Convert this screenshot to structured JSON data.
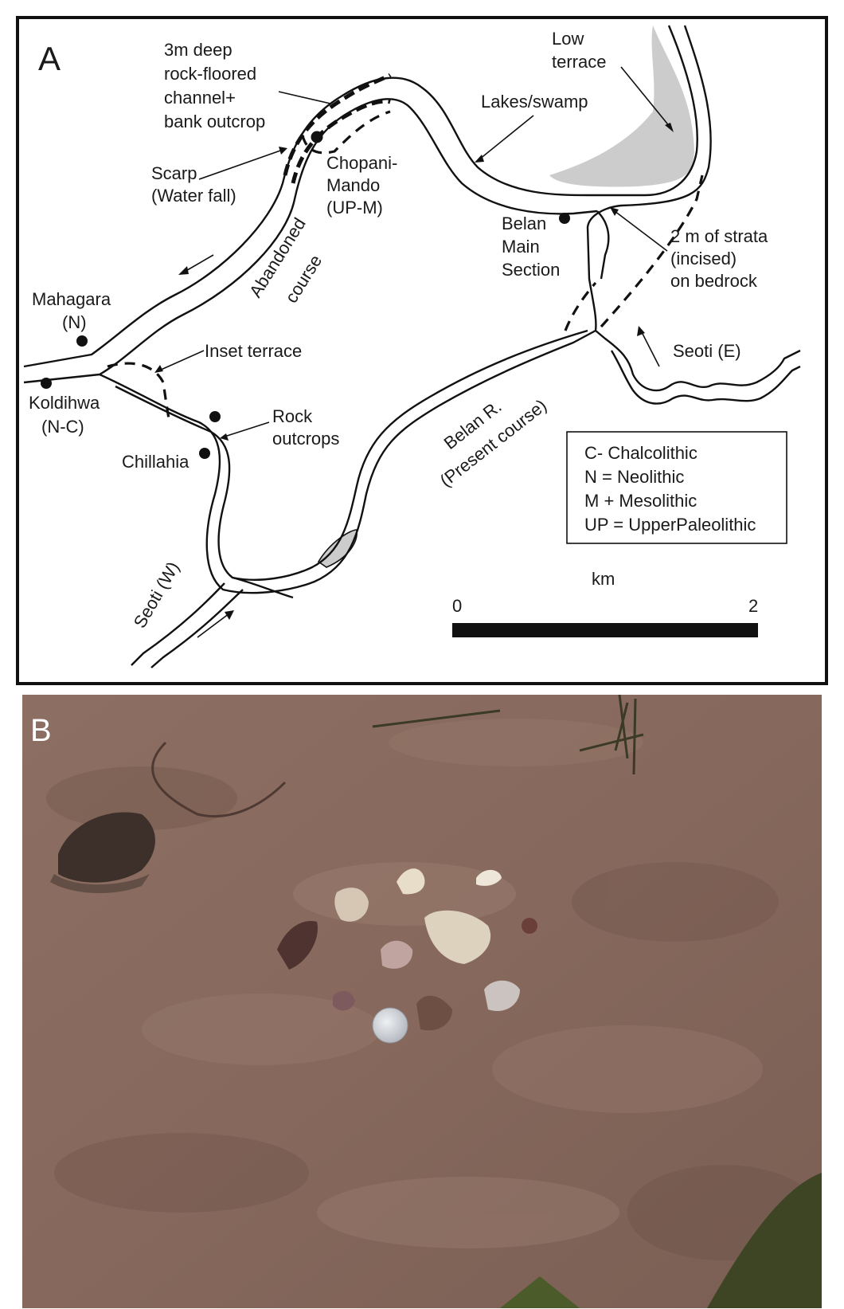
{
  "panel_a": {
    "letter": "A",
    "labels": {
      "channel_1": "3m deep",
      "channel_2": "rock-floored",
      "channel_3": "channel+",
      "channel_4": "bank outcrop",
      "low_terrace_1": "Low",
      "low_terrace_2": "terrace",
      "lakes_swamp": "Lakes/swamp",
      "scarp_1": "Scarp",
      "scarp_2": "(Water fall)",
      "chopani_1": "Chopani-",
      "chopani_2": "Mando",
      "chopani_3": "(UP-M)",
      "belan_main_1": "Belan",
      "belan_main_2": "Main",
      "belan_main_3": "Section",
      "strata_1": "2 m of strata",
      "strata_2": "(incised)",
      "strata_3": "on bedrock",
      "abandoned_1": "Abandoned",
      "abandoned_2": "course",
      "mahagara_1": "Mahagara",
      "mahagara_2": "(N)",
      "inset_terrace": "Inset terrace",
      "koldihwa_1": "Koldihwa",
      "koldihwa_2": "(N-C)",
      "rock_outcrops_1": "Rock",
      "rock_outcrops_2": "outcrops",
      "chillahia": "Chillahia",
      "belan_river_1": "Belan R.",
      "belan_river_2": "(Present course)",
      "seoti_e": "Seoti (E)",
      "seoti_w": "Seoti (W)"
    },
    "legend": [
      "C-  Chalcolithic",
      "N = Neolithic",
      "M + Mesolithic",
      "UP = UpperPaleolithic"
    ],
    "scale": {
      "unit": "km",
      "min": "0",
      "max": "2"
    },
    "colors": {
      "ink": "#111111",
      "swamp_fill": "#cccccc"
    }
  },
  "panel_b": {
    "letter": "B",
    "colors": {
      "rock_surface": "#8a6a5e",
      "coin": "#c9ccd2",
      "flake_light": "#e8ddc9"
    }
  }
}
